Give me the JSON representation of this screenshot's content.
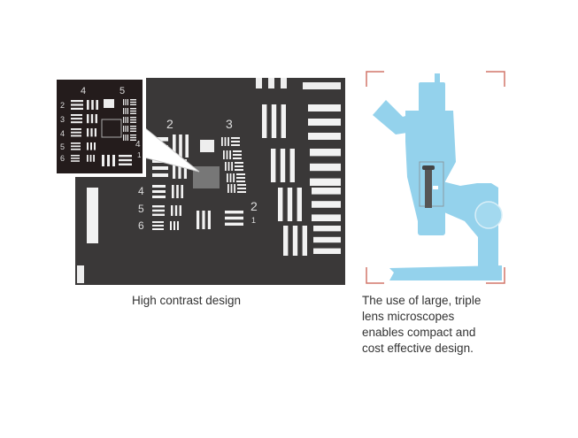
{
  "left_figure": {
    "caption": "High contrast design",
    "target_labels": {
      "group_2": "2",
      "group_3": "3",
      "elem_4": "4",
      "elem_5": "5",
      "elem_6": "6",
      "side_2": "2",
      "side_1": "1"
    },
    "inset_labels": {
      "top_4": "4",
      "top_5": "5",
      "row_2": "2",
      "row_3": "3",
      "row_4": "4",
      "row_5": "5",
      "row_6": "6",
      "side_4": "4",
      "side_1": "1"
    }
  },
  "right_figure": {
    "caption": "The use of large, triple\n lens microscopes\nenables compact and\ncost effective design.",
    "microscope_color": "#94d2ec",
    "bracket_color": "#d2766a"
  },
  "colors": {
    "panel": "#3a3838",
    "bars": "#f2f2f2"
  }
}
